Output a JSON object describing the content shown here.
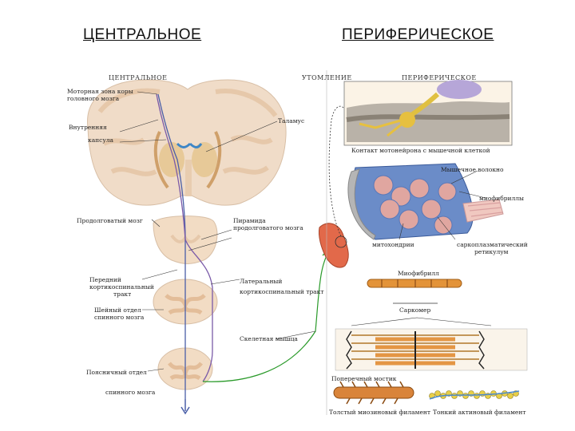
{
  "headings": {
    "central": "ЦЕНТРАЛЬНОЕ",
    "peripheral": "ПЕРИФЕРИЧЕСКОЕ"
  },
  "subheadings": {
    "central": "ЦЕНТРАЛЬНОЕ",
    "fatigue": "УТОМЛЕНИЕ",
    "peripheral": "ПЕРИФЕРИЧЕСКОЕ"
  },
  "labels": {
    "motor_cortex": [
      "Моторная зона коры",
      "головного мозга"
    ],
    "internal_capsule": [
      "Внутренняя",
      "капсула"
    ],
    "thalamus": "Таламус",
    "medulla": "Продолговатый мозг",
    "pyramid": [
      "Пирамида",
      "продолговатого мозга"
    ],
    "anterior_tract": [
      "Передний",
      "кортикоспинальный",
      "тракт"
    ],
    "lateral_tract": [
      "Латеральный",
      "кортикоспинальный тракт"
    ],
    "cervical": [
      "Шейный отдел",
      "спинного мозга"
    ],
    "lumbar": [
      "Поясничный отдел",
      "спинного мозга"
    ],
    "skeletal_muscle": "Скелетная мышца",
    "nmj": "Контакт мотонейрона с мышечной клеткой",
    "muscle_fiber": "Мышечное волокно",
    "myofibrils": "миофибриллы",
    "mitochondria": "митохондрии",
    "sarcoplasmic": [
      "саркоплазматический",
      "ретикулум"
    ],
    "myofibril": "Миофибрилл",
    "sarcomere": "Саркомер",
    "cross_bridge": "Поперечный мостик",
    "thick_filament": "Толстый миозиновый филамент",
    "thin_filament": "Тонкий актиновый филамент"
  },
  "colors": {
    "tract_blue": "#4a5fa8",
    "tract_purple": "#7a5aa8",
    "nerve_green": "#2a9a2a",
    "myosin": "#d9822b",
    "tissue": "#f2dcc4"
  }
}
